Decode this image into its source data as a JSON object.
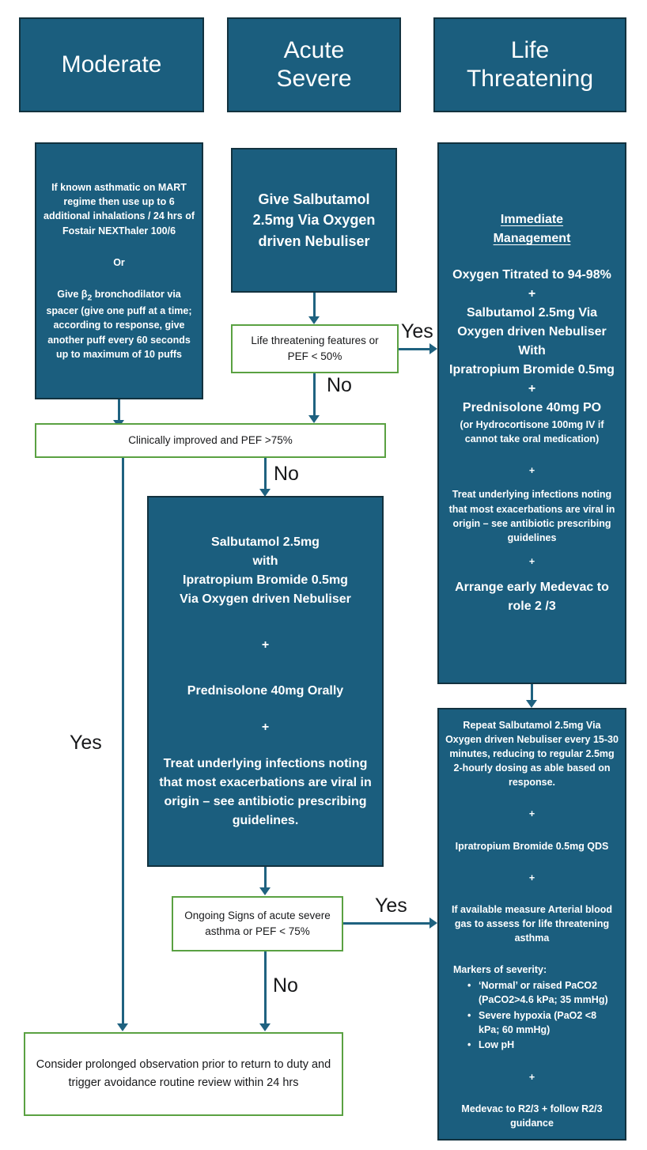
{
  "title": "Asthma Exacerbation Management Flowchart",
  "colors": {
    "teal_fill": "#1b5e7e",
    "teal_border": "#12323f",
    "green_border": "#5aa142",
    "connector": "#1f6280",
    "box_text_light": "#ffffff",
    "box_text_dark": "#17181a"
  },
  "headers": [
    {
      "label": "Moderate"
    },
    {
      "label_line1": "Acute",
      "label_line2": "Severe"
    },
    {
      "label_line1": "Life",
      "label_line2": "Threatening"
    }
  ],
  "moderate": {
    "treatment": {
      "p1": "If known asthmatic on MART regime then use up to 6 additional inhalations / 24 hrs of Fostair NEXThaler 100/6",
      "p2": "Or",
      "p3_pre": "Give β",
      "p3_sub": "2",
      "p3_post": " bronchodilator via spacer (give one puff at a time; according to response, give another puff every 60 seconds up to maximum of 10 puffs"
    },
    "yes_label": "Yes"
  },
  "acute_severe": {
    "give_salbutamol": "Give Salbutamol 2.5mg Via Oxygen driven Nebuliser",
    "decision_life_threat": {
      "text": "Life threatening features or PEF < 50%",
      "yes_label": "Yes",
      "no_label": "No"
    },
    "decision_clinically_improved": {
      "text": "Clinically improved and PEF >75%",
      "no_label": "No"
    },
    "escalated_treatment": {
      "l1": "Salbutamol 2.5mg",
      "l2": "with",
      "l3": "Ipratropium Bromide 0.5mg",
      "l4": "Via Oxygen driven Nebuliser",
      "plus1": "+",
      "l5": "Prednisolone 40mg Orally",
      "plus2": "+",
      "l6": "Treat underlying infections noting that most exacerbations are viral in origin – see antibiotic prescribing guidelines."
    },
    "decision_ongoing": {
      "text": "Ongoing Signs of acute severe asthma or PEF < 75%",
      "yes_label": "Yes",
      "no_label": "No"
    }
  },
  "life_threatening": {
    "immediate_management": {
      "heading_l1": "Immediate",
      "heading_l2": "Management",
      "l1": "Oxygen Titrated to 94-98%",
      "plus1": "+",
      "l2": "Salbutamol 2.5mg Via Oxygen driven Nebuliser",
      "l3": "With",
      "l4": "Ipratropium Bromide 0.5mg",
      "plus2": "+",
      "l5": "Prednisolone 40mg PO",
      "l6": "(or Hydrocortisone 100mg IV if cannot take oral medication)",
      "plus3": "+",
      "l7": "Treat underlying infections noting that most exacerbations are viral in origin – see antibiotic prescribing guidelines",
      "plus4": "+",
      "l8": "Arrange early Medevac to role 2 /3"
    },
    "ongoing_management": {
      "l1": "Repeat Salbutamol 2.5mg Via Oxygen driven Nebuliser every 15-30 minutes, reducing to regular 2.5mg 2-hourly dosing as able based on response.",
      "plus1": "+",
      "l2": "Ipratropium Bromide 0.5mg QDS",
      "plus2": "+",
      "l3": "If available measure Arterial blood gas to assess for life threatening asthma",
      "markers_title": "Markers of severity:",
      "markers": [
        "‘Normal’ or raised PaCO2 (PaCO2>4.6 kPa; 35 mmHg)",
        "Severe hypoxia (PaO2 <8 kPa; 60 mmHg)",
        "Low pH"
      ],
      "plus3": "+",
      "l4": "Medevac  to R2/3 + follow R2/3 guidance"
    }
  },
  "outcome": {
    "text": "Consider prolonged observation prior to return to duty and trigger avoidance routine review within 24 hrs"
  }
}
